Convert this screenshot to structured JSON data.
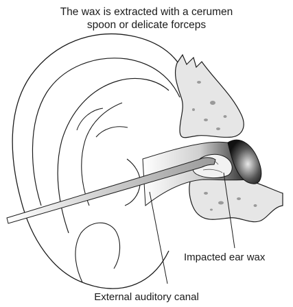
{
  "title": {
    "line1": "The wax is extracted with a cerumen",
    "line2": "spoon or delicate forceps"
  },
  "labels": {
    "impacted_wax": "Impacted ear wax",
    "canal": "External auditory canal"
  }
}
